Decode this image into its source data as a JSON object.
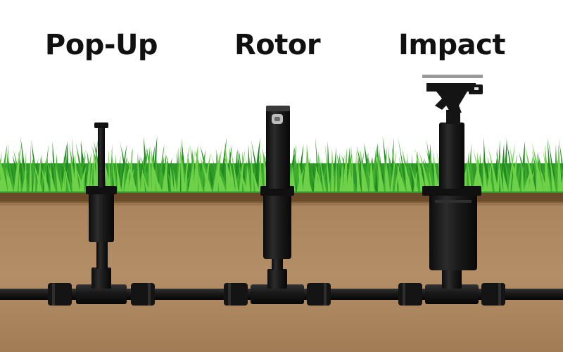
{
  "labels": {
    "popup": "Pop-Up",
    "rotor": "Rotor",
    "impact": "Impact"
  },
  "colors": {
    "background": "#ffffff",
    "grass_dark": "#1f8a1f",
    "grass_light": "#6fd14a",
    "topsoil": "#6b4a2a",
    "soil": "#b48e66",
    "soil_dark": "#9b7652",
    "pipe": "#151515",
    "pipe_highlight": "#3a3a3a",
    "label_text": "#111111"
  }
}
